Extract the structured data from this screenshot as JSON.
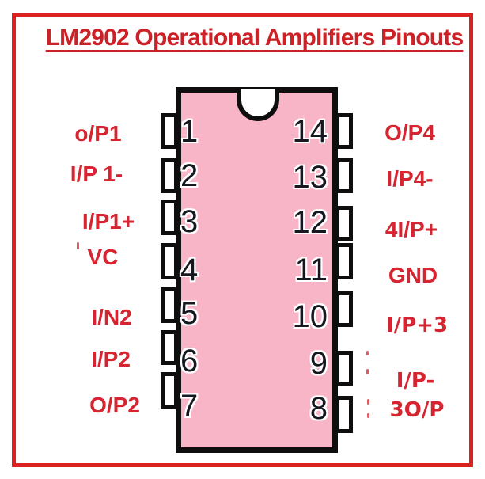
{
  "title": "LM2902 Operational Amplifiers Pinouts",
  "pins": {
    "left": [
      {
        "number": "1",
        "label": "o/P1"
      },
      {
        "number": "2",
        "label": "I/P 1-"
      },
      {
        "number": "3",
        "label": "I/P1+"
      },
      {
        "number": "4",
        "label": "VC"
      },
      {
        "number": "5",
        "label": "I/N2"
      },
      {
        "number": "6",
        "label": "I/P2"
      },
      {
        "number": "7",
        "label": "O/P2"
      }
    ],
    "right": [
      {
        "number": "14",
        "label": "O/P4"
      },
      {
        "number": "13",
        "label": "I/P4-"
      },
      {
        "number": "12",
        "label": "4I/P+"
      },
      {
        "number": "11",
        "label": "GND"
      },
      {
        "number": "10",
        "label": "I/P+3"
      },
      {
        "number": "9",
        "label": "I/P-"
      },
      {
        "number": "8",
        "label": "3O/P"
      }
    ]
  },
  "colors": {
    "frame_red": "#da2320",
    "title_red": "#cc2127",
    "label_red": "#d62430",
    "chip_pink": "#f9b5c8",
    "outline_black": "#0e0e0e",
    "pin_fill_white": "#ffffff"
  }
}
